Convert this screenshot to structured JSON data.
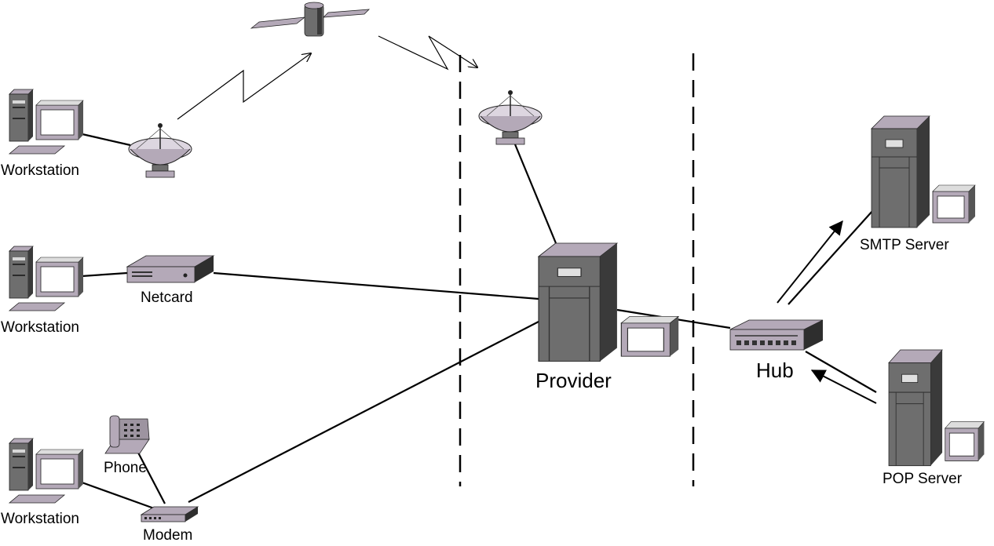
{
  "labels": {
    "ws1": "Workstation",
    "ws2": "Workstation",
    "ws3": "Workstation",
    "netcard": "Netcard",
    "phone": "Phone",
    "modem": "Modem",
    "provider": "Provider",
    "hub": "Hub",
    "smtp": "SMTP Server",
    "pop": "POP Server"
  },
  "colors": {
    "device_gray": "#6e6e6e",
    "device_dark": "#3a3a3a",
    "device_light": "#b4a9b8",
    "line": "#000000"
  }
}
